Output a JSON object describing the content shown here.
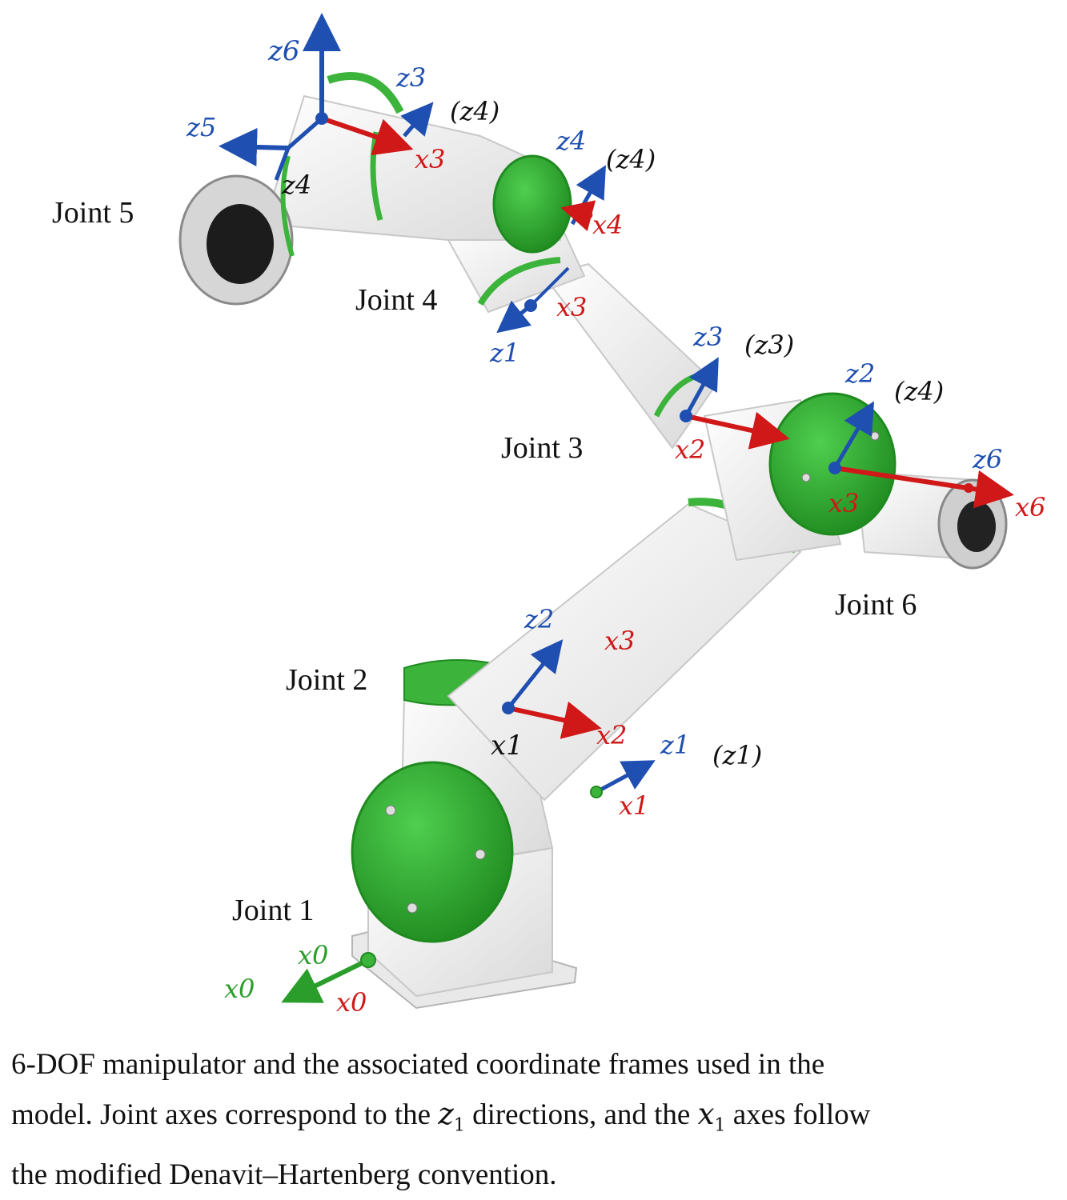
{
  "joints": [
    "Joint 1",
    "Joint 2",
    "Joint 3",
    "Joint 4",
    "Joint 5",
    "Joint 6"
  ],
  "axis_labels": {
    "z6_top": "z6",
    "z3_top": "z3",
    "z4_paren_top": "(z4)",
    "z5": "z5",
    "x3_top": "x3",
    "z4_inner": "z4",
    "z4_cap": "z4",
    "z4_paren_cap": "(z4)",
    "x4": "x4",
    "x3_j4": "x3",
    "z1_j4": "z1",
    "z3_j3": "z3",
    "z3_paren_j3": "(z3)",
    "x2_j3": "x2",
    "z2_j6": "z2",
    "z4_paren_j6": "(z4)",
    "z6_j6": "z6",
    "x6": "x6",
    "x3_j6": "x3",
    "z2_j2": "z2",
    "x3_mid": "x3",
    "x1_j2": "x1",
    "x2_j2": "x2",
    "z1_j2": "z1",
    "z1_paren_j2": "(z1)",
    "x1_lower": "x1",
    "x0_green_top": "x0",
    "x0_green_left": "x0",
    "x0_red": "x0"
  },
  "colors": {
    "z_axis": "#1f4fb0",
    "x_axis": "#d01818",
    "base_axis": "#2a9d2a",
    "robot_green": "#3cb43c",
    "robot_body": "#f2f2f2"
  },
  "caption": {
    "line1": "6-DOF manipulator and the associated coordinate frames used in the",
    "line2_pre": "model. Joint axes correspond to the",
    "line2_sym1": "z",
    "line2_sub1": "1",
    "line2_mid": "directions, and the",
    "line2_sym2": "x",
    "line2_sub2": "1",
    "line2_post": "axes follow",
    "line3": "the modified Denavit–Hartenberg convention."
  }
}
